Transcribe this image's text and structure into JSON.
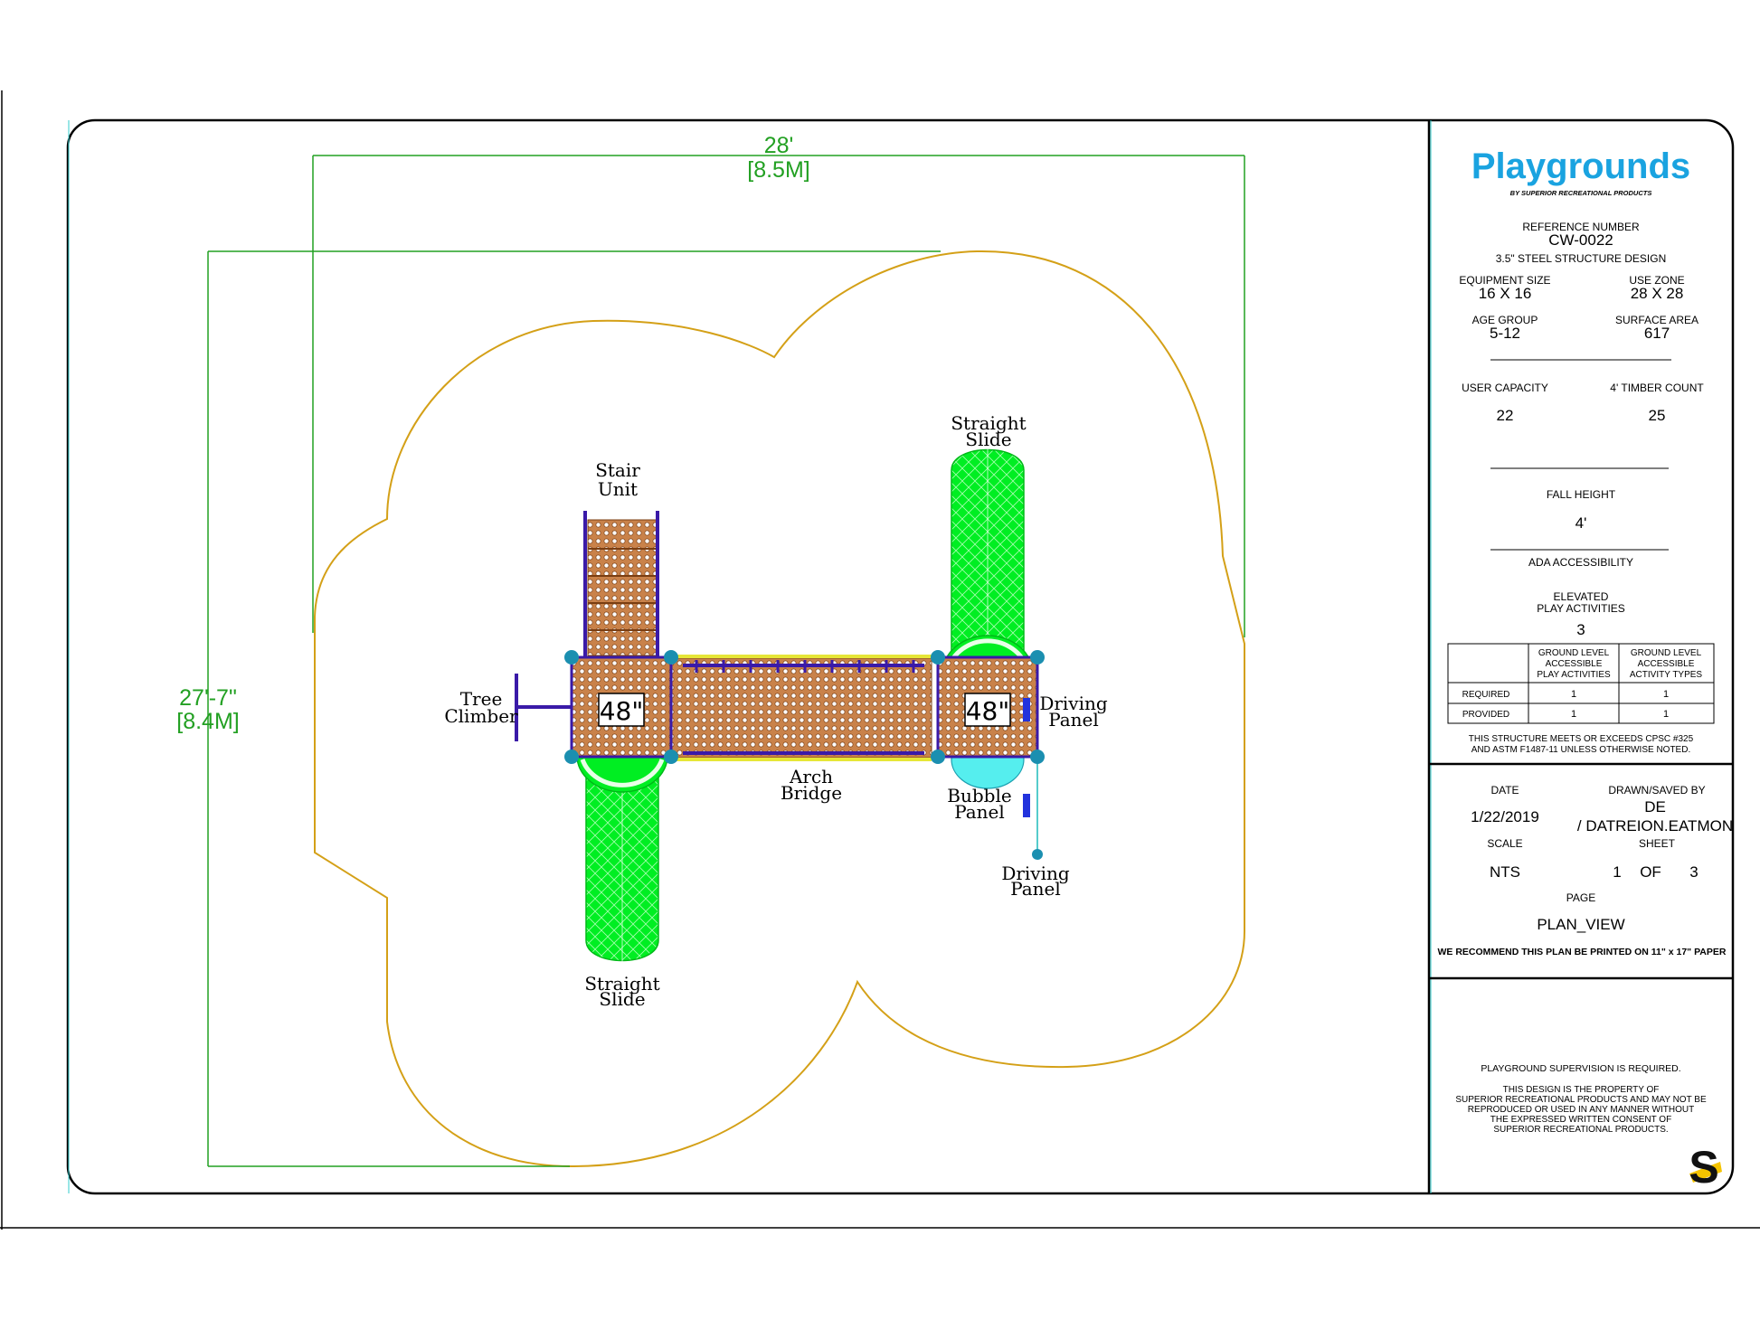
{
  "dimensions": {
    "width_ft": "28'",
    "width_m": "[8.5M]",
    "height_ft": "27'-7\"",
    "height_m": "[8.4M]"
  },
  "components": {
    "stair": [
      "Stair",
      "Unit"
    ],
    "tree": [
      "Tree",
      "Climber"
    ],
    "slide_top": [
      "Straight",
      "Slide"
    ],
    "slide_bottom": [
      "Straight",
      "Slide"
    ],
    "bridge": [
      "Arch",
      "Bridge"
    ],
    "bubble": [
      "Bubble",
      "Panel"
    ],
    "driving_right": [
      "Driving",
      "Panel"
    ],
    "driving_bottom": [
      "Driving",
      "Panel"
    ],
    "deck_left_height": "48\"",
    "deck_right_height": "48\""
  },
  "title_block": {
    "brand": "Playgrounds",
    "brand_sub": "BY SUPERIOR RECREATIONAL PRODUCTS",
    "reference_label": "REFERENCE NUMBER",
    "reference_value": "CW-0022",
    "design": "3.5\" STEEL STRUCTURE DESIGN",
    "equipment_size_label": "EQUIPMENT SIZE",
    "equipment_size_value": "16 X 16",
    "use_zone_label": "USE ZONE",
    "use_zone_value": "28 X 28",
    "age_group_label": "AGE GROUP",
    "age_group_value": "5-12",
    "surface_area_label": "SURFACE AREA",
    "surface_area_value": "617",
    "user_capacity_label": "USER CAPACITY",
    "user_capacity_value": "22",
    "timber_count_label": "4' TIMBER COUNT",
    "timber_count_value": "25",
    "fall_height_label": "FALL HEIGHT",
    "fall_height_value": "4'",
    "ada_label": "ADA ACCESSIBILITY",
    "elevated_label_1": "ELEVATED",
    "elevated_label_2": "PLAY ACTIVITIES",
    "elevated_value": "3",
    "table": {
      "col1": [
        "GROUND LEVEL",
        "ACCESSIBLE",
        "PLAY ACTIVITIES"
      ],
      "col2": [
        "GROUND LEVEL",
        "ACCESSIBLE",
        "ACTIVITY TYPES"
      ],
      "rows": [
        {
          "label": "REQUIRED",
          "v1": "1",
          "v2": "1"
        },
        {
          "label": "PROVIDED",
          "v1": "1",
          "v2": "1"
        }
      ]
    },
    "compliance_1": "THIS STRUCTURE MEETS OR EXCEEDS CPSC #325",
    "compliance_2": "AND ASTM F1487-11 UNLESS OTHERWISE NOTED.",
    "date_label": "DATE",
    "date_value": "1/22/2019",
    "drawn_label": "DRAWN/SAVED BY",
    "drawn_value_1": "DE",
    "drawn_value_2": "/ DATREION.EATMON",
    "scale_label": "SCALE",
    "scale_value": "NTS",
    "sheet_label": "SHEET",
    "sheet_num": "1",
    "sheet_of": "OF",
    "sheet_total": "3",
    "page_label": "PAGE",
    "page_value": "PLAN_VIEW",
    "print_note": "WE RECOMMEND THIS PLAN BE PRINTED ON 11\" x 17\" PAPER",
    "supervision": "PLAYGROUND SUPERVISION IS REQUIRED.",
    "property_notice": [
      "THIS DESIGN IS THE PROPERTY OF",
      "SUPERIOR RECREATIONAL PRODUCTS AND MAY NOT BE",
      "REPRODUCED OR USED IN ANY MANNER WITHOUT",
      "THE EXPRESSED WRITTEN CONSENT OF",
      "SUPERIOR RECREATIONAL PRODUCTS."
    ],
    "logo_letter": "S"
  },
  "colors": {
    "zone": "#d4a017",
    "dimension": "#22a022",
    "slide": "#00ee22",
    "deck": "#c9824a",
    "frame": "#3a1aa8",
    "post": "#1b8fb0",
    "brand": "#1aa3e0",
    "bubble": "#55eeee"
  }
}
